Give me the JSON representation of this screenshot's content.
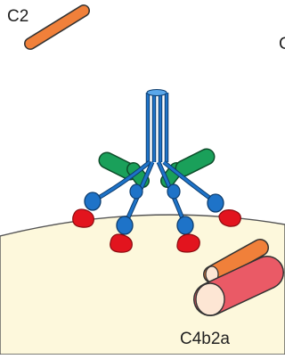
{
  "labels": {
    "c2": "C2",
    "c4b2a": "C4b2a",
    "edge_fragment": "C"
  },
  "colors": {
    "cell_fill": "#fdf8dc",
    "cell_outline": "#555555",
    "antibody_blue": "#1e73c8",
    "c1q_green": "#1aa05a",
    "red_head": "#e2141e",
    "orange": "#f0803a",
    "pink": "#ea5a66",
    "cream": "#fde6d4"
  }
}
